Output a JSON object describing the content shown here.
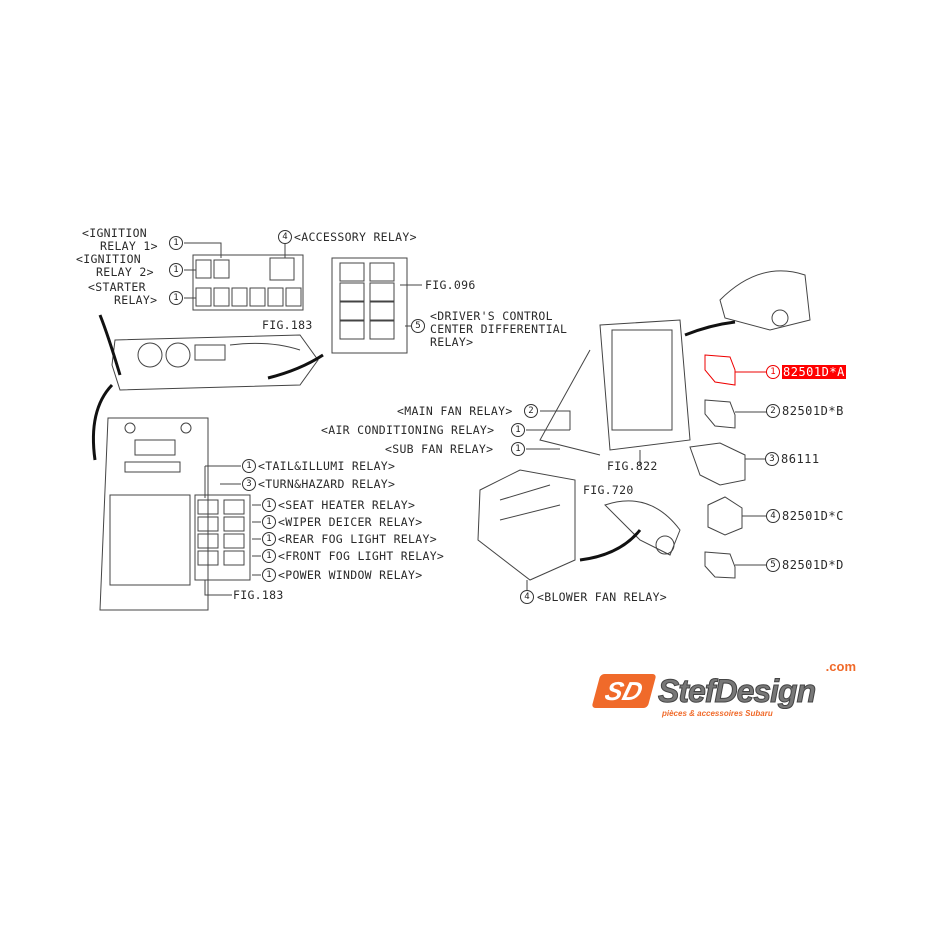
{
  "labels": {
    "ign1_a": "<IGNITION",
    "ign1_b": "RELAY 1>",
    "ign2_a": "<IGNITION",
    "ign2_b": "RELAY 2>",
    "starter_a": "<STARTER",
    "starter_b": "RELAY>",
    "accessory": "<ACCESSORY RELAY>",
    "fig183_top": "FIG.183",
    "fig096": "FIG.096",
    "dccd_a": "<DRIVER'S CONTROL",
    "dccd_b": "CENTER DIFFERENTIAL",
    "dccd_c": "RELAY>",
    "main_fan": "<MAIN FAN RELAY>",
    "air_cond": "<AIR CONDITIONING RELAY>",
    "sub_fan": "<SUB FAN RELAY>",
    "fig822": "FIG.822",
    "fig720": "FIG.720",
    "blower": "<BLOWER FAN RELAY>",
    "tail": "<TAIL&ILLUMI RELAY>",
    "turn": "<TURN&HAZARD RELAY>",
    "seat": "<SEAT HEATER RELAY>",
    "wiper": "<WIPER DEICER RELAY>",
    "rearfog": "<REAR FOG LIGHT RELAY>",
    "frontfog": "<FRONT FOG LIGHT RELAY>",
    "power_window": "<POWER WINDOW RELAY>",
    "fig183_bottom": "FIG.183"
  },
  "callouts": {
    "ign1": "1",
    "ign2": "1",
    "starter": "1",
    "accessory": "4",
    "dccd": "5",
    "main_fan": "2",
    "air_cond": "1",
    "sub_fan": "1",
    "blower": "4",
    "tail": "1",
    "turn": "3",
    "seat": "1",
    "wiper": "1",
    "rearfog": "1",
    "frontfog": "1",
    "power_window": "1"
  },
  "parts": [
    {
      "ref": "1",
      "number": "82501D*A",
      "highlighted": true
    },
    {
      "ref": "2",
      "number": "82501D*B",
      "highlighted": false
    },
    {
      "ref": "3",
      "number": "86111",
      "highlighted": false
    },
    {
      "ref": "4",
      "number": "82501D*C",
      "highlighted": false
    },
    {
      "ref": "5",
      "number": "82501D*D",
      "highlighted": false
    }
  ],
  "logo": {
    "mark": "SD",
    "name": "StefDesign",
    "domain": ".com",
    "tagline": "pièces & accessoires Subaru"
  },
  "colors": {
    "highlight": "#ff0000",
    "logo_orange": "#f06a2a",
    "logo_grey": "#777777",
    "line": "#333333"
  }
}
